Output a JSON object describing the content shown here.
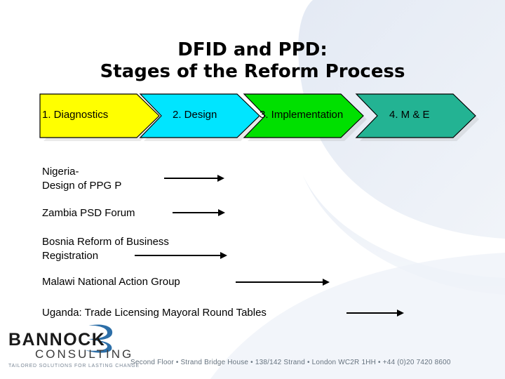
{
  "slide": {
    "title_lines": [
      "DFID and PPD:",
      "Stages of the Reform Process"
    ],
    "background_color": "#ffffff"
  },
  "stages": [
    {
      "label": "1. Diagnostics",
      "color": "#ffff00"
    },
    {
      "label": "2. Design",
      "color": "#00e5ff"
    },
    {
      "label": "3. Implementation",
      "color": "#00e000"
    },
    {
      "label": "4. M & E",
      "color": "#23b393"
    }
  ],
  "rows": [
    {
      "label": "Nigeria-\nDesign of PPG P"
    },
    {
      "label": "Zambia PSD Forum"
    },
    {
      "label": "Bosnia Reform of Business\nRegistration"
    },
    {
      "label": "Malawi National Action Group"
    },
    {
      "label": "Uganda: Trade Licensing Mayoral Round Tables"
    }
  ],
  "logo": {
    "main": "BANNOCK",
    "sub": "CONSULTING",
    "tagline": "TAILORED SOLUTIONS FOR LASTING CHANGE",
    "mark_color": "#2d6fa8"
  },
  "footer": {
    "text": "Second Floor • Strand Bridge House • 138/142 Strand • London WC2R 1HH • +44 (0)20 7420 8600"
  }
}
